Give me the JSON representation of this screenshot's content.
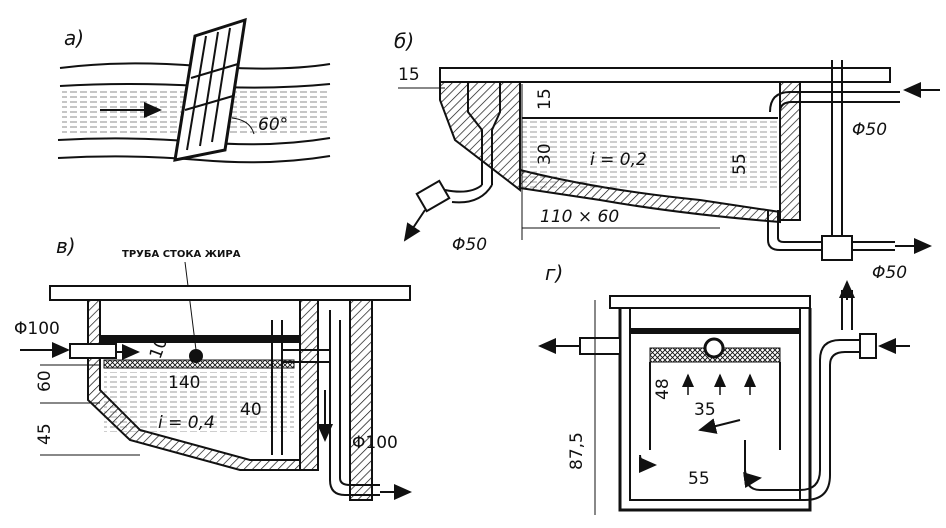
{
  "panels": {
    "a": {
      "label": "а)",
      "angle": "60°"
    },
    "b": {
      "label": "б)",
      "dims": [
        "15",
        "15",
        "30",
        "55"
      ],
      "slope": "i = 0,2",
      "pipe_in": "Φ50",
      "pipe_out": "Φ50",
      "pipe_bottom": "Φ50",
      "size": "110 × 60"
    },
    "v": {
      "label": "в)",
      "title": "ТРУБА СТОКА ЖИРА",
      "pipe_in": "Φ100",
      "pipe_out": "Φ100",
      "dims": [
        "10",
        "140",
        "60",
        "45",
        "40"
      ],
      "slope": "i = 0,4"
    },
    "g": {
      "label": "г)",
      "dims": [
        "87,5",
        "48",
        "35",
        "55"
      ]
    }
  }
}
